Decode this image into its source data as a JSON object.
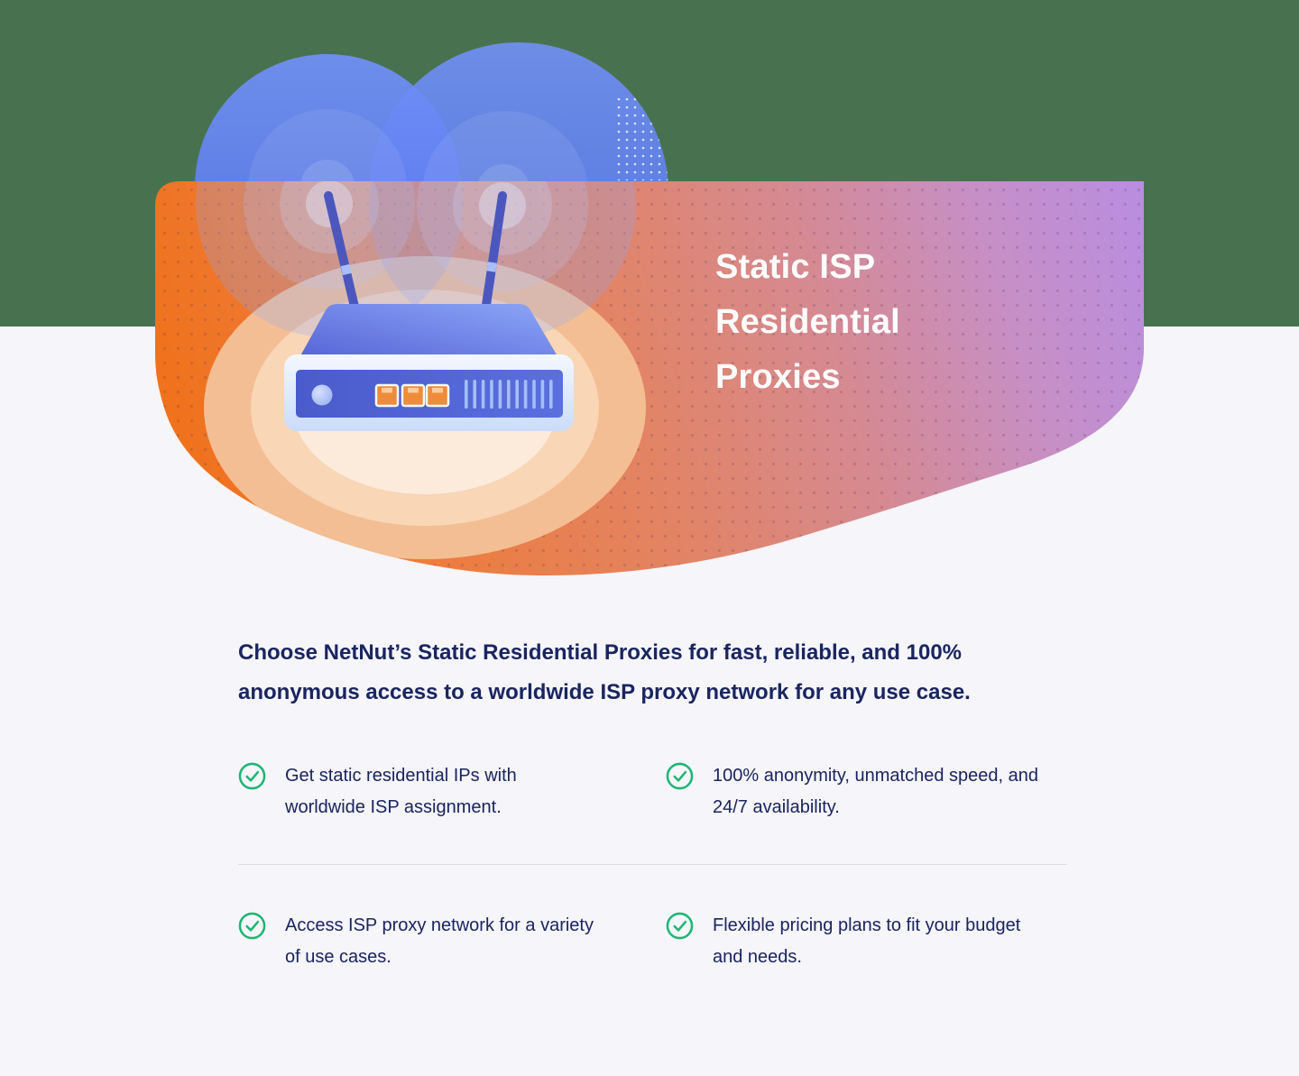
{
  "hero": {
    "title": "Static ISP Residential Proxies"
  },
  "intro": {
    "text": "Choose NetNut’s Static Residential Proxies for fast, reliable, and 100% anonymous access to a worldwide ISP proxy network for any use case."
  },
  "features": {
    "items": [
      {
        "label": "Get static residential IPs with worldwide ISP assignment."
      },
      {
        "label": "100% anonymity, unmatched speed, and 24/7 availability."
      },
      {
        "label": "Access ISP proxy network for a variety of use cases."
      },
      {
        "label": "Flexible pricing plans to fit your budget and needs."
      }
    ]
  },
  "icons": {
    "feature_bullet": "check-circle-icon",
    "illustration": "wifi-router-with-signal-waves"
  },
  "colors": {
    "header_green": "#48724F",
    "page_background": "#F5F5FA",
    "blob_orange": "#F06F14",
    "blob_purple": "#B98DE0",
    "signal_blue": "#6288F3",
    "title_text": "#FFFFFF",
    "body_text": "#1A2560",
    "check_green": "#1FB573",
    "divider": "#DCDCE2"
  }
}
